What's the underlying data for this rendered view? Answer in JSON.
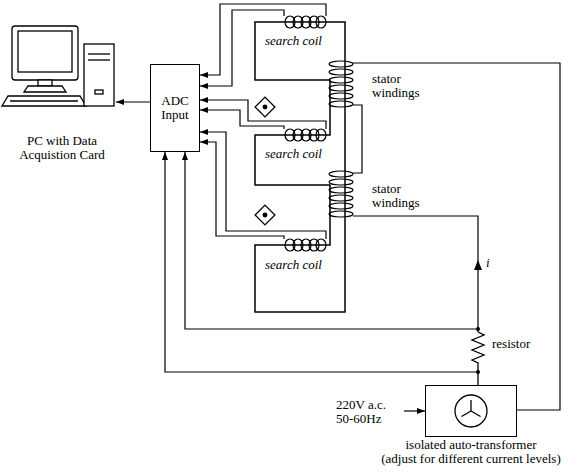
{
  "diagram": {
    "nodes": [
      {
        "text": [
          "PC with Data Acquistion Card"
        ]
      },
      {
        "text": [
          "ADC Input"
        ]
      },
      {
        "text": [
          "isolated auto-transformer",
          "(adjust for different current levels)"
        ]
      }
    ],
    "edges": [
      {
        "from": 1,
        "to": 0,
        "arrow": "to"
      }
    ],
    "labels": [
      "search coil",
      "stator windings",
      "search coil",
      "stator windings",
      "search coil",
      "i",
      "resistor",
      "220V a.c. 50-60Hz"
    ]
  }
}
